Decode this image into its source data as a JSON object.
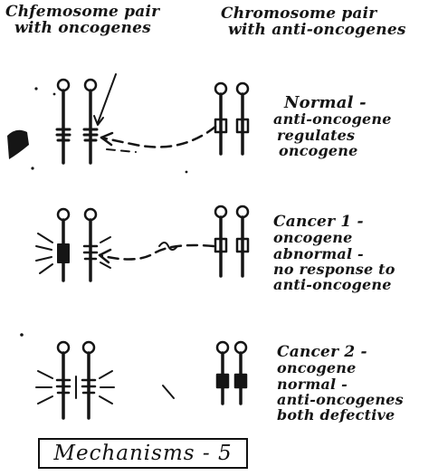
{
  "headers": {
    "left": [
      "Chfemosome pair",
      "with oncogenes"
    ],
    "right": [
      "Chromosome pair",
      "with anti-oncogenes"
    ]
  },
  "labels": {
    "normal": [
      "Normal -",
      "anti-oncogene",
      "regulates",
      "oncogene"
    ],
    "cancer1": [
      "Cancer 1 -",
      "oncogene",
      "abnormal -",
      "no response to",
      "anti-oncogene"
    ],
    "cancer2": [
      "Cancer 2 -",
      "oncogene",
      "normal -",
      "anti-oncogenes",
      "both defective"
    ]
  },
  "caption": "Mechanisms - 5",
  "ink_color": "#151515"
}
